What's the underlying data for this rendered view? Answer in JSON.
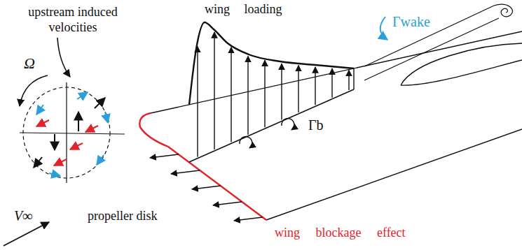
{
  "diagram": {
    "labels": [
      "upstream induced velocities",
      "Ω",
      "wing loading",
      "Γwake",
      "Γb",
      "propeller disk",
      "V∞",
      "wing blockage effect"
    ]
  }
}
